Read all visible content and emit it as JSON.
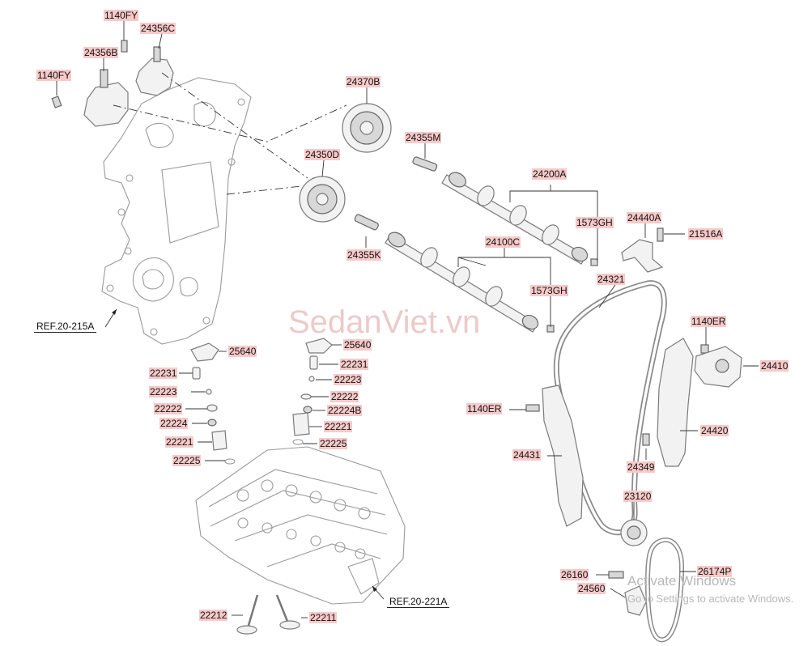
{
  "watermark": "SedanViet.vn",
  "windows_notice": {
    "title": "Activate Windows",
    "subtitle": "Go to Settings to activate Windows."
  },
  "references": {
    "front_cover": "REF.20-215A",
    "cylinder_head": "REF.20-221A"
  },
  "parts": {
    "p1140fy_top": "1140FY",
    "p24356c": "24356C",
    "p24356b": "24356B",
    "p1140fy_left": "1140FY",
    "p24370b": "24370B",
    "p24350d": "24350D",
    "p24355m": "24355M",
    "p24200a": "24200A",
    "p1573gh_a": "1573GH",
    "p24440a": "24440A",
    "p21516a": "21516A",
    "p24355k": "24355K",
    "p24100c": "24100C",
    "p1573gh_b": "1573GH",
    "p24321": "24321",
    "p1140er_a": "1140ER",
    "p24410": "24410",
    "p25640_left": "25640",
    "p25640_right": "25640",
    "p22231_left": "22231",
    "p22231_right": "22231",
    "p22223_right1": "22223",
    "p22223_left": "22223",
    "p22222_right": "22222",
    "p22222_left": "22222",
    "p22224b": "22224B",
    "p22224": "22224",
    "p22221_right": "22221",
    "p22221_left": "22221",
    "p22225_right": "22225",
    "p22225_left": "22225",
    "p1140er_b": "1140ER",
    "p24420": "24420",
    "p24431": "24431",
    "p24349": "24349",
    "p23120": "23120",
    "p26160": "26160",
    "p26174p": "26174P",
    "p24560": "24560",
    "p22212": "22212",
    "p22211": "22211"
  }
}
